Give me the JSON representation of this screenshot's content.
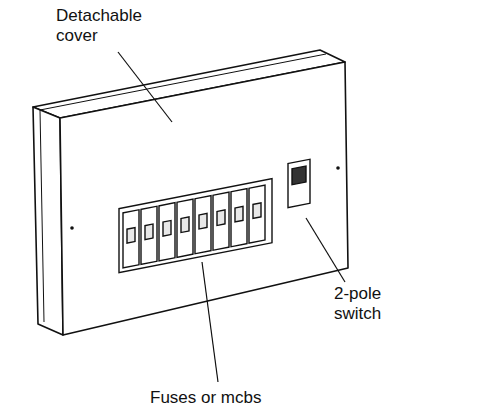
{
  "diagram": {
    "labels": [
      "Detachable cover",
      "Fuses or mcbs",
      "2-pole switch"
    ]
  }
}
